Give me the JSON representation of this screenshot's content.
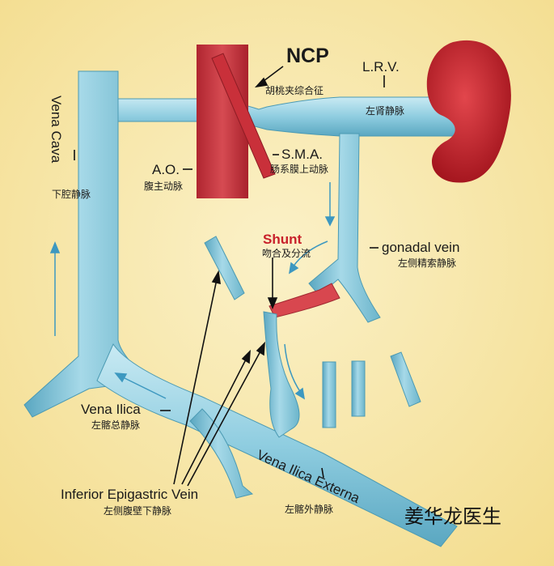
{
  "labels": {
    "ncp": "NCP",
    "ncp_zh": "胡桃夹综合征",
    "lrv": "L.R.V.",
    "lrv_zh": "左肾静脉",
    "ao": "A.O.",
    "ao_zh": "腹主动脉",
    "sma": "S.M.A.",
    "sma_zh": "肠系膜上动脉",
    "vena_cava": "Vena Cava",
    "vena_cava_zh": "下腔静脉",
    "shunt": "Shunt",
    "shunt_zh": "吻合及分流",
    "gonadal": "gonadal vein",
    "gonadal_zh": "左侧精索静脉",
    "vena_ilica": "Vena Ilica",
    "vena_ilica_zh": "左髂总静脉",
    "epigastric": "Inferior Epigastric Vein",
    "epigastric_zh": "左侧腹壁下静脉",
    "ilica_externa": "Vena Ilica Externa",
    "ilica_externa_zh": "左髂外静脉"
  },
  "watermark": "姜华龙医生",
  "colors": {
    "background": "#f6e6a6",
    "vein": "#8fcde0",
    "artery": "#c9303a",
    "kidney": "#b8141c",
    "shunt": "#d8474f",
    "text": "#1a1a1a",
    "label_red": "#c8202a"
  }
}
